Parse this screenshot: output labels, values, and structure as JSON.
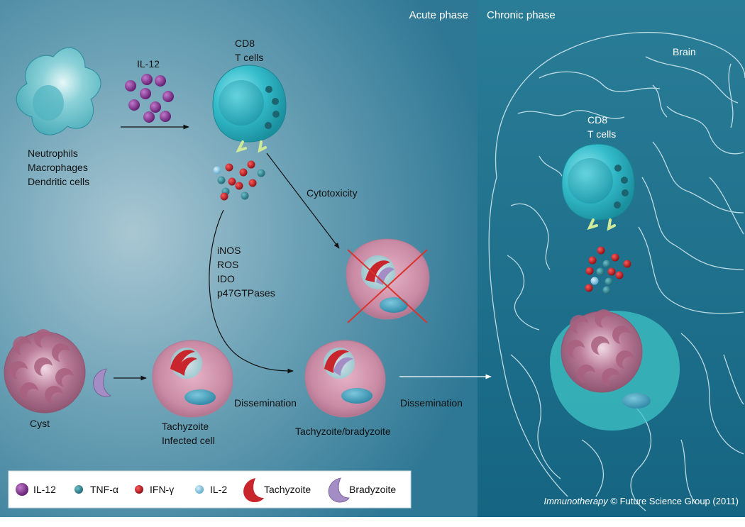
{
  "phases": {
    "acute": "Acute phase",
    "chronic": "Chronic phase"
  },
  "brain_label": "Brain",
  "cells": {
    "innate": [
      "Neutrophils",
      "Macrophages",
      "Dendritic cells"
    ],
    "cd8_acute": [
      "CD8",
      "T cells"
    ],
    "cd8_chronic": [
      "CD8",
      "T cells"
    ],
    "cyst": "Cyst",
    "infected": [
      "Tachyzoite",
      "Infected cell"
    ],
    "mixed": "Tachyzoite/bradyzoite"
  },
  "labels": {
    "il12": "IL-12",
    "cytotoxicity": "Cytotoxicity",
    "mechanisms": [
      "iNOS",
      "ROS",
      "IDO",
      "p47GTPases"
    ],
    "dissemination_1": "Dissemination",
    "dissemination_2": "Dissemination"
  },
  "legend": [
    {
      "label": "IL-12",
      "icon": "il12-dot-icon",
      "color": "#7a2a86"
    },
    {
      "label": "TNF-α",
      "icon": "tnf-dot-icon",
      "color": "#2f7f8c"
    },
    {
      "label": "IFN-γ",
      "icon": "ifn-dot-icon",
      "color": "#b0121b"
    },
    {
      "label": "IL-2",
      "icon": "il2-dot-icon",
      "color": "#79b8d8"
    },
    {
      "label": "Tachyzoite",
      "icon": "tachyzoite-icon",
      "color": "#c8262c"
    },
    {
      "label": "Bradyzoite",
      "icon": "bradyzoite-icon",
      "color": "#a48cc4"
    }
  ],
  "credit": {
    "journal": "Immunotherapy",
    "rest": " © Future Science Group (2011)"
  },
  "colors": {
    "acute_bg": "#3d8aa3",
    "chronic_bg": "#1f6f89",
    "tcell": "#2eb6c4",
    "infected_cell": "#c98aa4"
  }
}
